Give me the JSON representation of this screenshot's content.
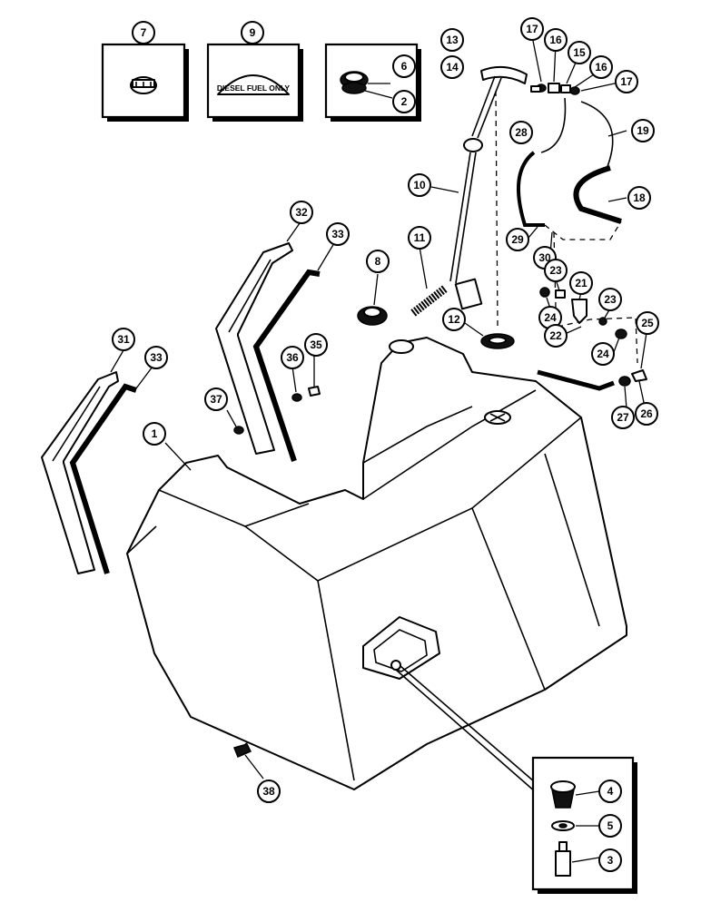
{
  "diagram": {
    "decal_text": "DIESEL FUEL ONLY",
    "callouts": [
      {
        "id": "c7",
        "label": "7"
      },
      {
        "id": "c9",
        "label": "9"
      },
      {
        "id": "c6",
        "label": "6"
      },
      {
        "id": "c2",
        "label": "2"
      },
      {
        "id": "c13",
        "label": "13"
      },
      {
        "id": "c14",
        "label": "14"
      },
      {
        "id": "c17a",
        "label": "17"
      },
      {
        "id": "c16a",
        "label": "16"
      },
      {
        "id": "c15",
        "label": "15"
      },
      {
        "id": "c16b",
        "label": "16"
      },
      {
        "id": "c17b",
        "label": "17"
      },
      {
        "id": "c28",
        "label": "28"
      },
      {
        "id": "c19",
        "label": "19"
      },
      {
        "id": "c10",
        "label": "10"
      },
      {
        "id": "c18",
        "label": "18"
      },
      {
        "id": "c29",
        "label": "29"
      },
      {
        "id": "c30",
        "label": "30"
      },
      {
        "id": "c32",
        "label": "32"
      },
      {
        "id": "c33a",
        "label": "33"
      },
      {
        "id": "c8",
        "label": "8"
      },
      {
        "id": "c11",
        "label": "11"
      },
      {
        "id": "c12",
        "label": "12"
      },
      {
        "id": "c23a",
        "label": "23"
      },
      {
        "id": "c21",
        "label": "21"
      },
      {
        "id": "c23b",
        "label": "23"
      },
      {
        "id": "c24a",
        "label": "24"
      },
      {
        "id": "c22",
        "label": "22"
      },
      {
        "id": "c24b",
        "label": "24"
      },
      {
        "id": "c25",
        "label": "25"
      },
      {
        "id": "c31",
        "label": "31"
      },
      {
        "id": "c33b",
        "label": "33"
      },
      {
        "id": "c36",
        "label": "36"
      },
      {
        "id": "c35",
        "label": "35"
      },
      {
        "id": "c37",
        "label": "37"
      },
      {
        "id": "c27",
        "label": "27"
      },
      {
        "id": "c26",
        "label": "26"
      },
      {
        "id": "c1",
        "label": "1"
      },
      {
        "id": "c38",
        "label": "38"
      },
      {
        "id": "c4",
        "label": "4"
      },
      {
        "id": "c5",
        "label": "5"
      },
      {
        "id": "c3",
        "label": "3"
      }
    ]
  }
}
